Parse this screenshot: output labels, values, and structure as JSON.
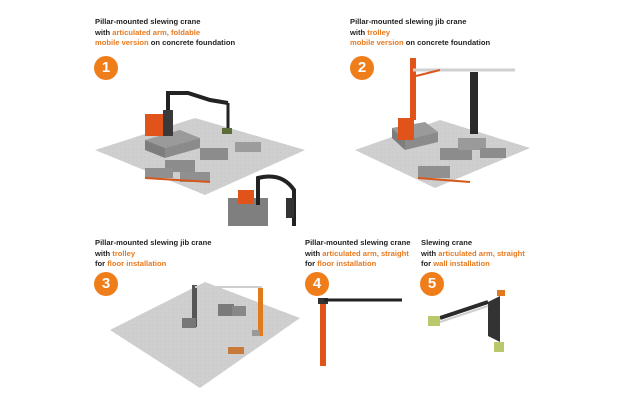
{
  "accent_color": "#ef7d1a",
  "panels": [
    {
      "number": "1",
      "line1": "Pillar-mounted slewing crane",
      "line2_plain": "with ",
      "line2_hl": "articulated arm, foldable",
      "line3_hl": "mobile version",
      "line3_plain": " on concrete foundation"
    },
    {
      "number": "2",
      "line1": "Pillar-mounted slewing jib crane",
      "line2_plain": "with ",
      "line2_hl": "trolley",
      "line3_hl": "mobile version",
      "line3_plain": " on concrete foundation"
    },
    {
      "number": "3",
      "line1": "Pillar-mounted slewing jib crane",
      "line2_plain": "with ",
      "line2_hl": "trolley",
      "line3_plain": "for ",
      "line3_hl": "floor installation"
    },
    {
      "number": "4",
      "line1": "Pillar-mounted slewing crane",
      "line2_plain": "with ",
      "line2_hl": "articulated arm, straight",
      "line3_plain": "for ",
      "line3_hl": "floor installation"
    },
    {
      "number": "5",
      "line1": "Slewing crane",
      "line2_plain": "with ",
      "line2_hl": "articulated arm, straight",
      "line3_plain": "for ",
      "line3_hl": "wall installation"
    }
  ]
}
